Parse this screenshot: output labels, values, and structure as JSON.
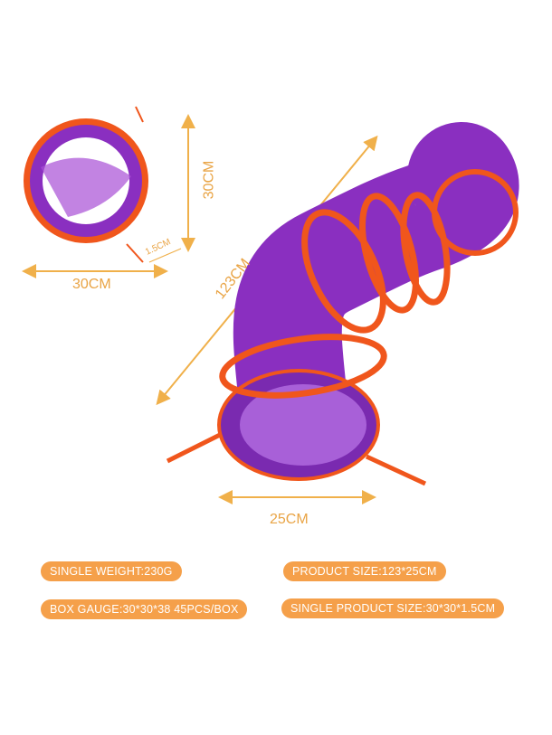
{
  "dimensions": {
    "ring_height": "30CM",
    "ring_width": "30CM",
    "ring_thickness": "1.5CM",
    "tunnel_length": "123CM",
    "tunnel_diameter": "25CM"
  },
  "specs": {
    "single_weight": "SINGLE WEIGHT:230G",
    "product_size": "PRODUCT SIZE:123*25CM",
    "box_gauge": "BOX GAUGE:30*30*38 45PCS/BOX",
    "single_product_size": "SINGLE PRODUCT SIZE:30*30*1.5CM"
  },
  "colors": {
    "purple": "#8a2fc0",
    "orange": "#f0561c",
    "accent": "#f5a04a"
  }
}
